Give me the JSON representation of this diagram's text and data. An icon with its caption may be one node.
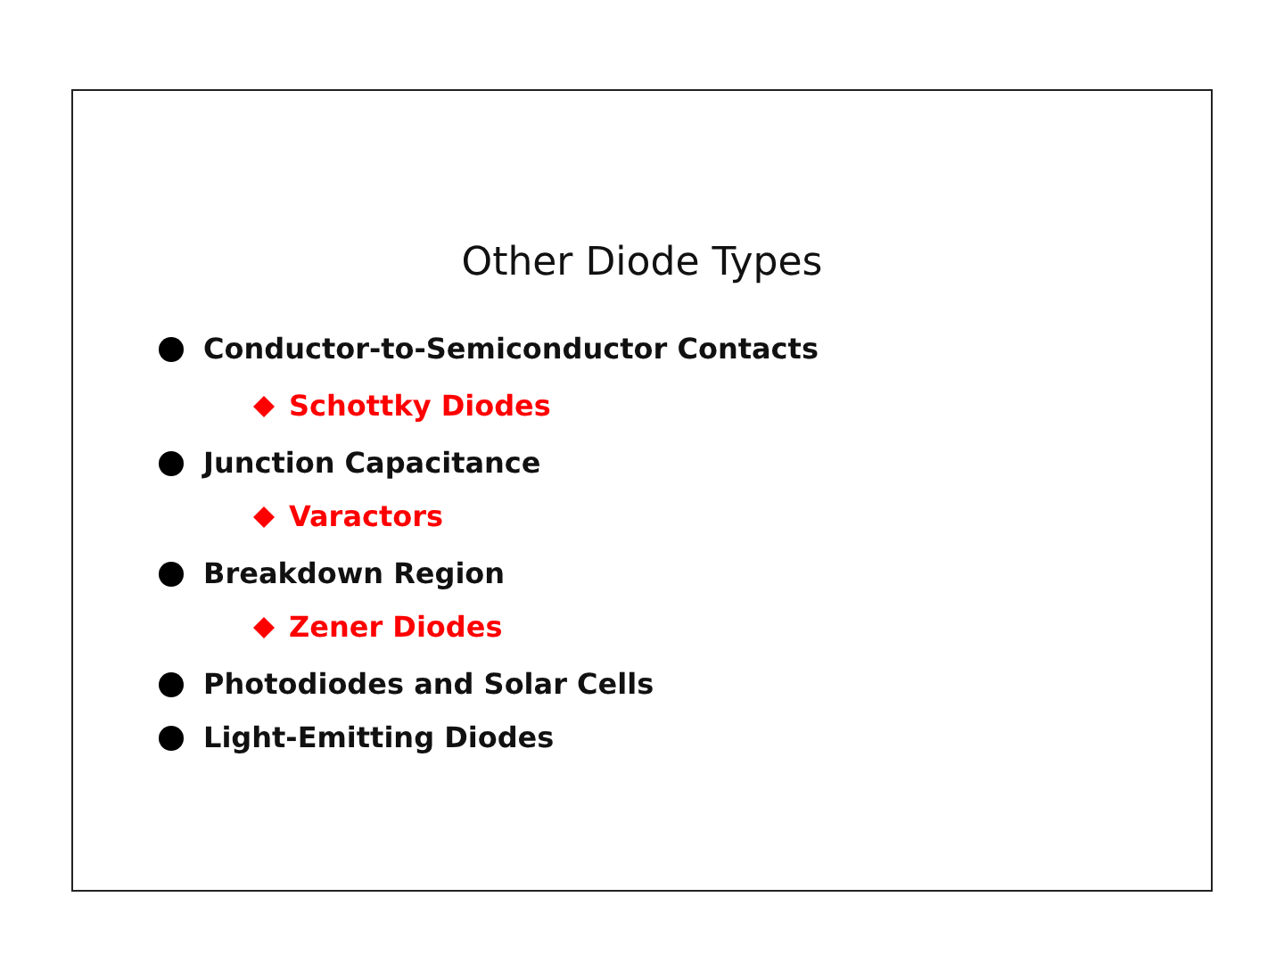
{
  "diagram": {
    "title": "Other Diode Types",
    "labels": [
      "Conductor-to-Semiconductor Contacts",
      "Schottky Diodes",
      "Junction Capacitance",
      "Varactors",
      "Breakdown Region",
      "Zener Diodes",
      "Photodiodes and Solar Cells",
      "Light-Emitting Diodes"
    ]
  }
}
